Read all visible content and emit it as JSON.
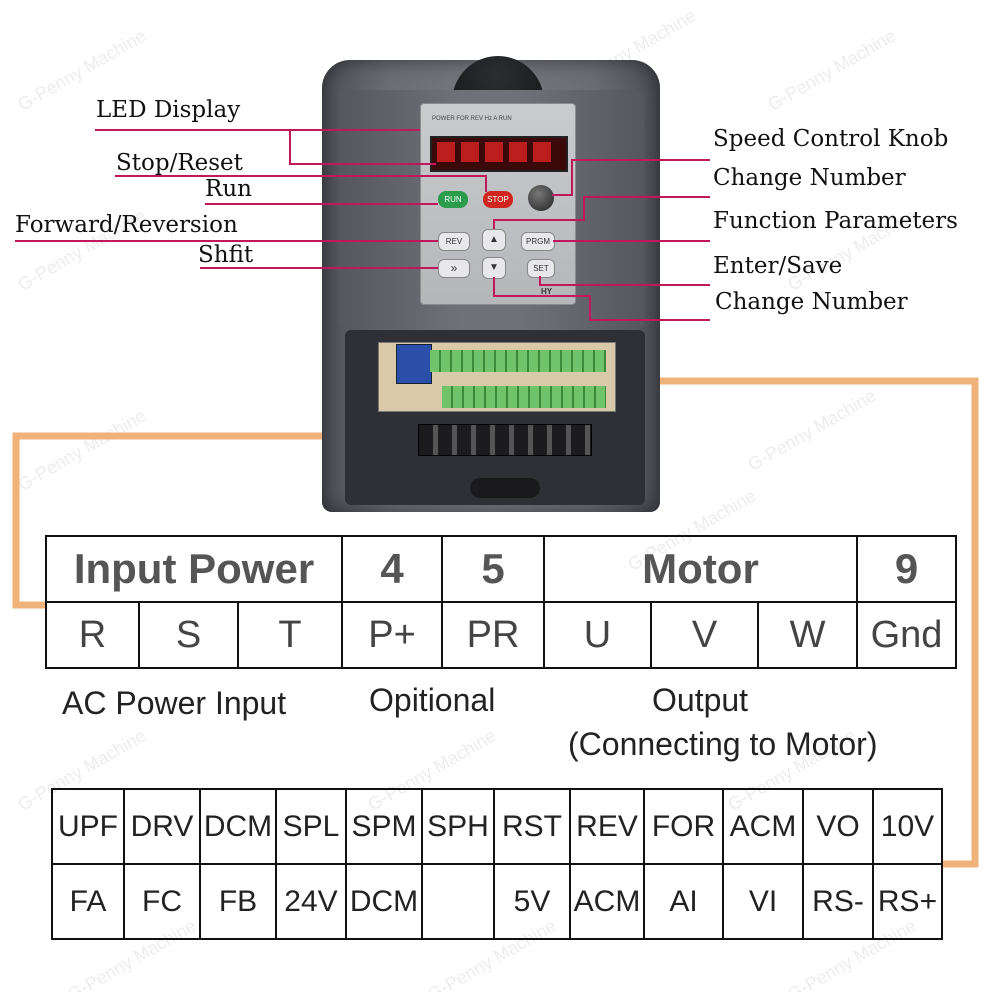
{
  "callouts": {
    "left": [
      "LED Display",
      "Stop/Reset",
      "Run",
      "Forward/Reversion",
      "Shfit"
    ],
    "right": [
      "Speed Control Knob",
      "Change Number",
      "Function Parameters",
      "Enter/Save",
      "Change Number"
    ]
  },
  "keypad": {
    "run": "RUN",
    "stop": "STOP",
    "rev": "REV",
    "prgm": "PRGM",
    "set": "SET",
    "shift": "»",
    "up": "▲",
    "down": "▼",
    "brand": "HY",
    "indicators": "POWER FOR REV Hz A RUN"
  },
  "power_table": {
    "headers": [
      "Input Power",
      "4",
      "5",
      "Motor",
      "9"
    ],
    "terminals": [
      "R",
      "S",
      "T",
      "P+",
      "PR",
      "U",
      "V",
      "W",
      "Gnd"
    ]
  },
  "captions": {
    "ac_input": "AC Power Input",
    "optional": "Opitional",
    "output_line1": "Output",
    "output_line2": "(Connecting to Motor)"
  },
  "control_table": {
    "row1": [
      "UPF",
      "DRV",
      "DCM",
      "SPL",
      "SPM",
      "SPH",
      "RST",
      "REV",
      "FOR",
      "ACM",
      "VO",
      "10V"
    ],
    "row2": [
      "FA",
      "FC",
      "FB",
      "24V",
      "DCM",
      "",
      "5V",
      "ACM",
      "AI",
      "VI",
      "RS-",
      "RS+"
    ]
  },
  "watermark": "G-Penny Machine",
  "colors": {
    "callout_line": "#c2185b",
    "connector_line": "#f0b27a",
    "run_key": "#2a9c4b",
    "stop_key": "#d0241e"
  }
}
